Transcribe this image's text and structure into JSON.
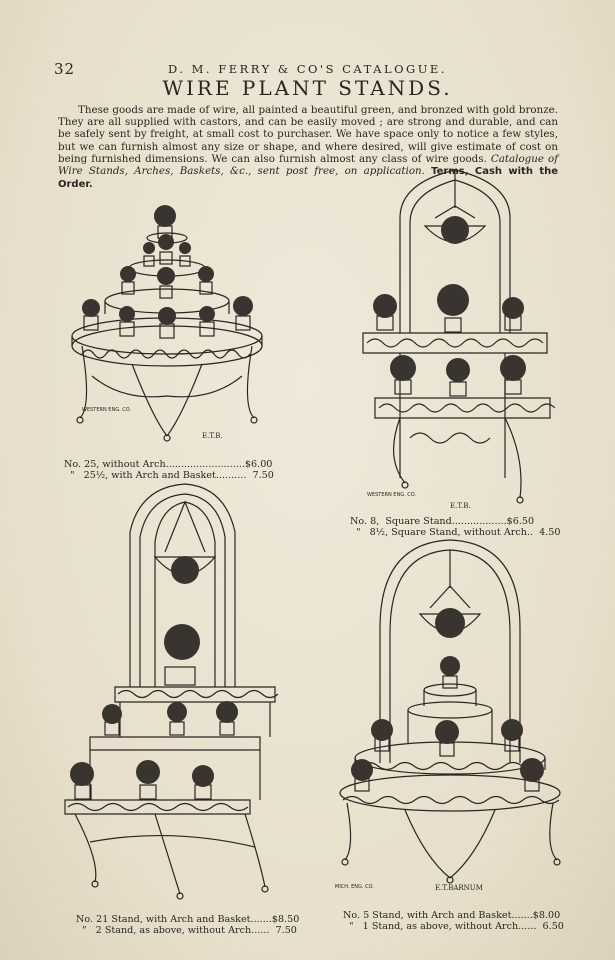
{
  "header": {
    "page_number": "32",
    "running_head": "D. M. FERRY & CO'S CATALOGUE."
  },
  "title": "WIRE PLANT STANDS.",
  "intro": {
    "text": "These goods are made of wire, all painted a beautiful green, and bronzed with gold bronze. They are all supplied with castors, and can be easily moved ; are strong and durable, and can be safely sent by freight, at small cost to purchaser. We have space only to notice a few styles, but we can furnish almost any size or shape, and where desired, will give estimate of cost on being furnished dimensions. We can also furnish almost any class of wire goods. ",
    "italic": "Catalogue of Wire Stands, Arches, Baskets, &c., sent post free, on application.",
    "bold": "Terms, Cash with the Order."
  },
  "figures": {
    "fig1": {
      "engraver_mark": "WESTERN ENG. CO.",
      "artist_mark": "E.T.B.",
      "caption_line1": "No. 25, without Arch..........................$6.00",
      "caption_line2": "  \"   25½, with Arch and Basket..........  7.50"
    },
    "fig2": {
      "engraver_mark": "WESTERN ENG. CO.",
      "artist_mark": "E.T.B.",
      "caption_line1": "No. 8,  Square Stand..................$6.50",
      "caption_line2": "  \"   8½, Square Stand, without Arch..  4.50"
    },
    "fig3": {
      "caption_line1": "No. 21 Stand, with Arch and Basket.......$8.50",
      "caption_line2": "  \"   2 Stand, as above, without Arch......  7.50"
    },
    "fig4": {
      "engraver_mark": "MICH. ENG. CO.",
      "artist_mark": "E.T.BARNUM",
      "caption_line1": "No. 5 Stand, with Arch and Basket.......$8.00",
      "caption_line2": "  \"   1 Stand, as above, without Arch......  6.50"
    }
  },
  "colors": {
    "paper": "#ece6d6",
    "ink": "#2a2522"
  }
}
